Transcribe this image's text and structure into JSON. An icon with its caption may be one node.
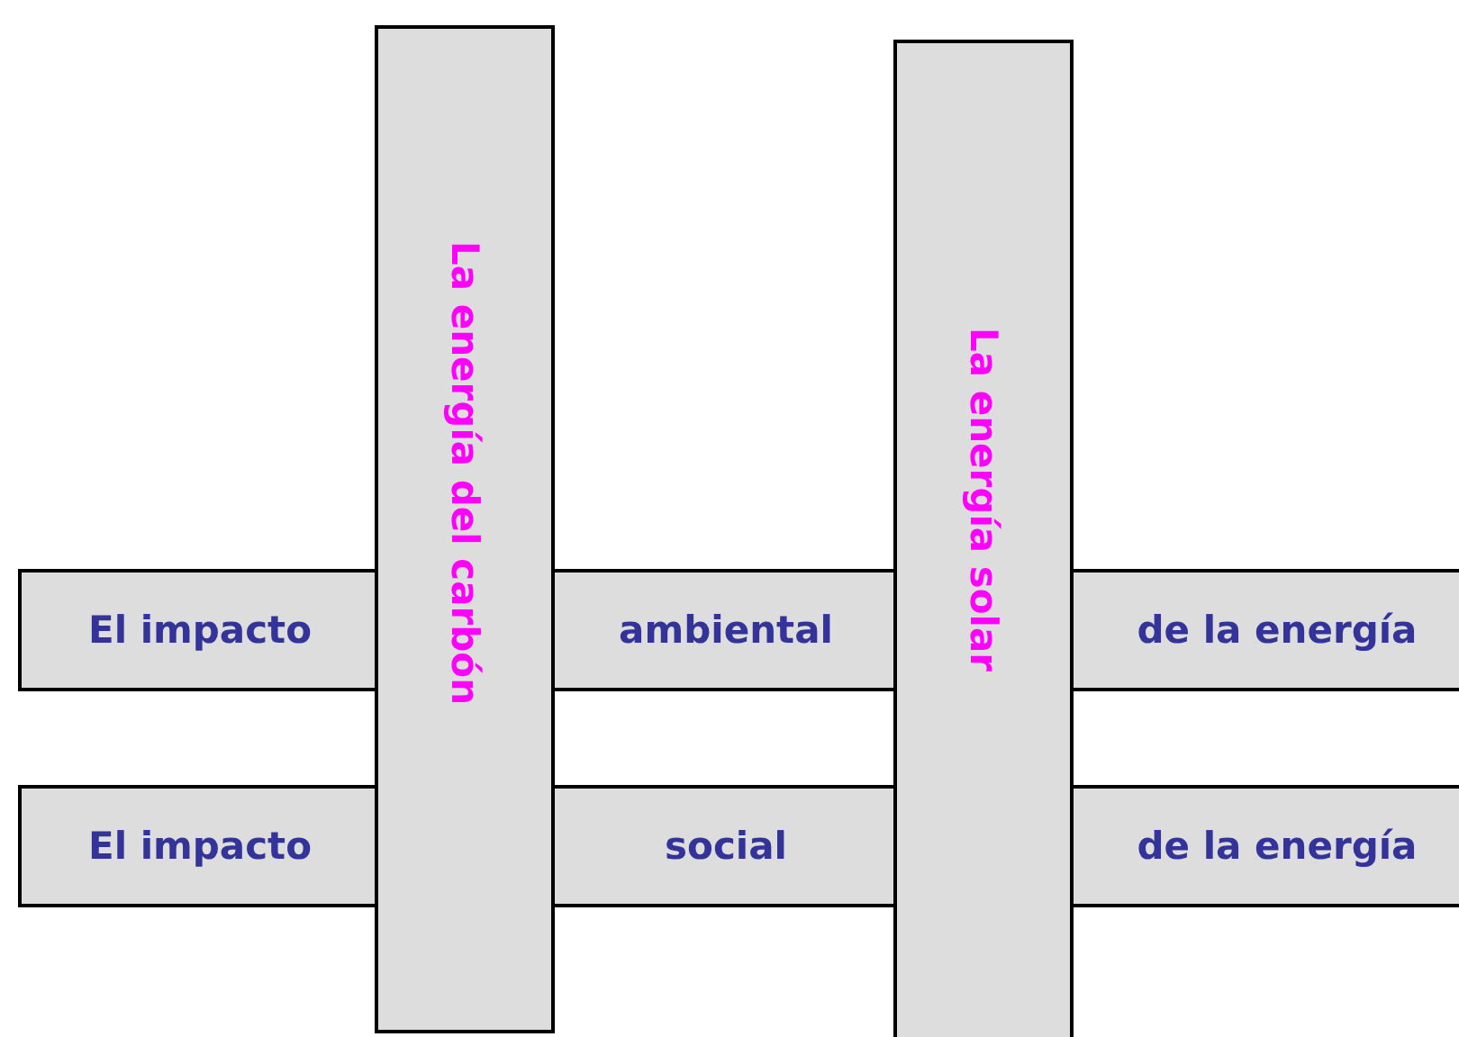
{
  "diagram": {
    "nodes": [
      {
        "text": [
          "La energía del carbón"
        ]
      },
      {
        "text": [
          "La energía solar"
        ]
      },
      {
        "text": [
          "El impacto",
          "ambiental",
          "de la energía"
        ]
      },
      {
        "text": [
          "El impacto",
          "social",
          "de la energía"
        ]
      }
    ]
  }
}
